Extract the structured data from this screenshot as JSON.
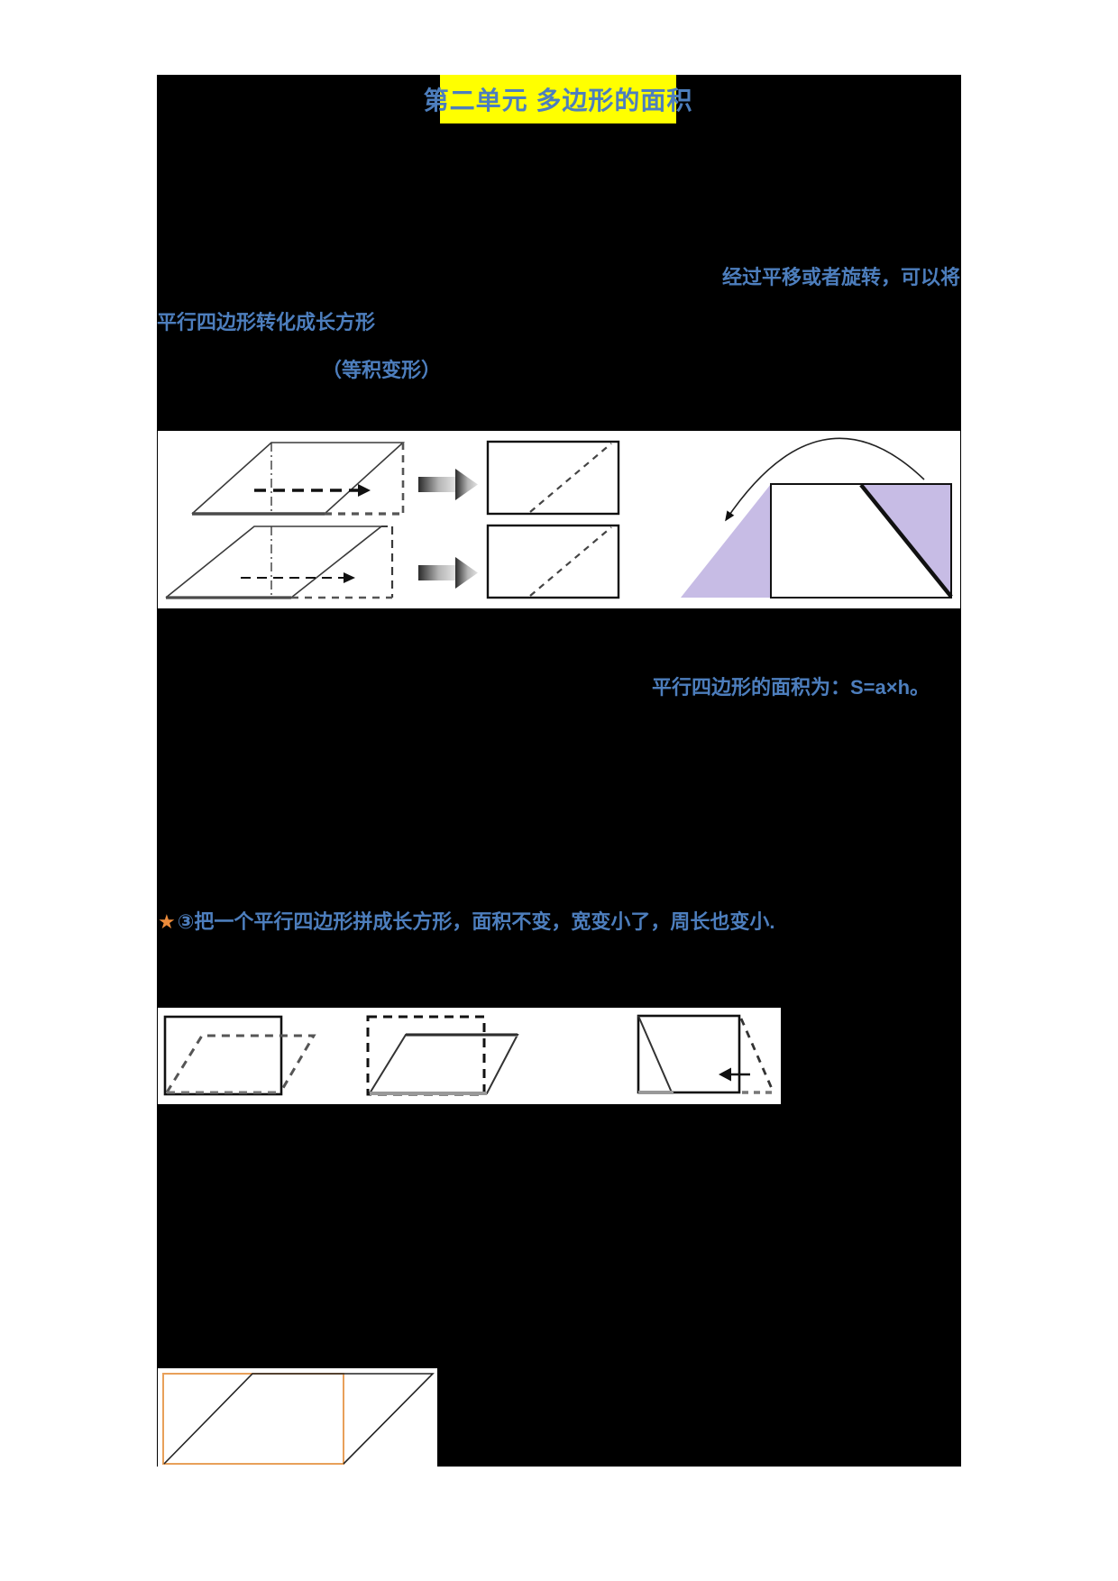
{
  "page": {
    "background_color": "#000000",
    "paper_color": "#ffffff",
    "text_color": "#4d7ebd",
    "highlight_color": "#ffff00",
    "star_color": "#ed8c3b",
    "purple_fill": "#c7bce5",
    "orange_stroke": "#e8a05a"
  },
  "header": {
    "title": "第二单元 多边形的面积"
  },
  "body_text": {
    "line1": "经过平移或者旋转，可以将",
    "line2": "平行四边形转化成长方形",
    "line3": "（等积变形）",
    "formula": "平行四边形的面积为：S=a×h。",
    "star": "★",
    "note3": "③把一个平行四边形拼成长方形，面积不变，宽变小了，周长也变小."
  },
  "figures": {
    "panel1": {
      "description": "two rows: parallelogram with dash-dot cut line and dashed translation arrow turning into rectangle (gray block arrow between); at right a trapezoid with purple side triangles and a curved rotation arrow",
      "row_labels": [
        "parallelogram-cut-translate-top",
        "parallelogram-cut-translate-bottom",
        "rectangle-result-top",
        "rectangle-result-bottom",
        "trapezoid-rotation"
      ]
    },
    "panel2": {
      "description": "three diagrams comparing a rectangle and a slanted parallelogram: solid rectangle with dashed parallelogram, dashed rectangle with solid parallelogram, rectangle with cut triangle and left-moving arrow"
    },
    "panel3": {
      "description": "orange rectangle with inscribed black parallelogram extending past its right edge"
    }
  }
}
